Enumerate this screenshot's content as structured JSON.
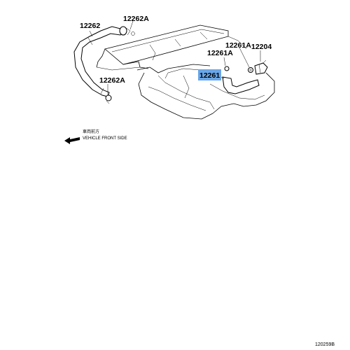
{
  "labels": {
    "p12262": "12262",
    "p12262A_top": "12262A",
    "p12262A_bottom": "12262A",
    "p12261A_right": "12261A",
    "p12204": "12204",
    "p12261A_left": "12261A",
    "p12261": "12261"
  },
  "direction": {
    "jp": "車両前方",
    "en": "VEHICLE FRONT SIDE"
  },
  "reference": "120259B",
  "colors": {
    "highlight": "#6aa6e8"
  }
}
